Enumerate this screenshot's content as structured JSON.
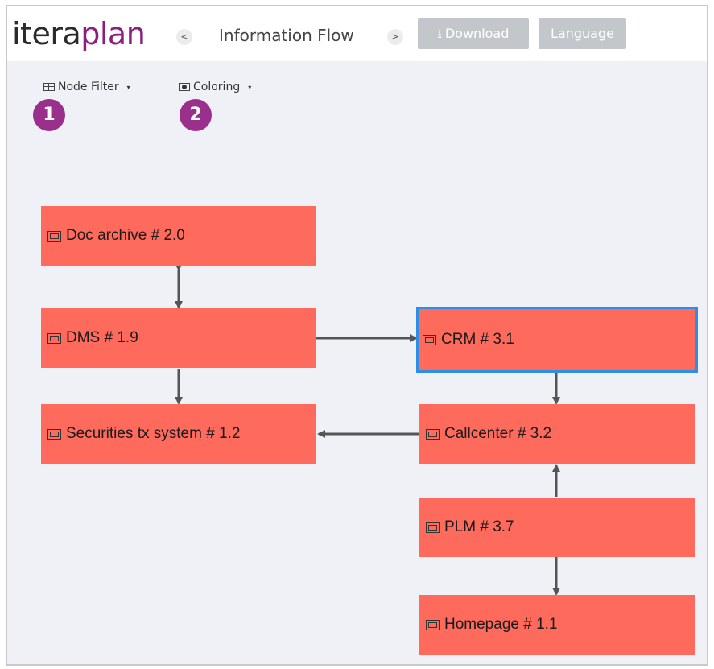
{
  "header": {
    "logo_part1": "itera",
    "logo_part2": "plan",
    "prev_label": "<",
    "title": "Information Flow",
    "next_label": ">",
    "download_label": "Download",
    "language_label": "Language"
  },
  "toolbar": {
    "node_filter_label": "Node Filter",
    "coloring_label": "Coloring",
    "caret": "▾"
  },
  "badges": [
    "1",
    "2"
  ],
  "nodes": [
    {
      "id": "doc_archive",
      "label": "Doc archive # 2.0"
    },
    {
      "id": "dms",
      "label": "DMS # 1.9"
    },
    {
      "id": "securities",
      "label": "Securities tx system # 1.2"
    },
    {
      "id": "crm",
      "label": "CRM # 3.1",
      "selected": true
    },
    {
      "id": "callcenter",
      "label": "Callcenter # 3.2"
    },
    {
      "id": "plm",
      "label": "PLM # 3.7"
    },
    {
      "id": "homepage",
      "label": "Homepage # 1.1"
    }
  ],
  "colors": {
    "node_fill": "#fe6a5c",
    "selection_border": "#2d8ee8",
    "edge": "#555555",
    "badge": "#9a2f8c",
    "logo_accent": "#8b1f80",
    "canvas_bg": "#eff1f6"
  }
}
